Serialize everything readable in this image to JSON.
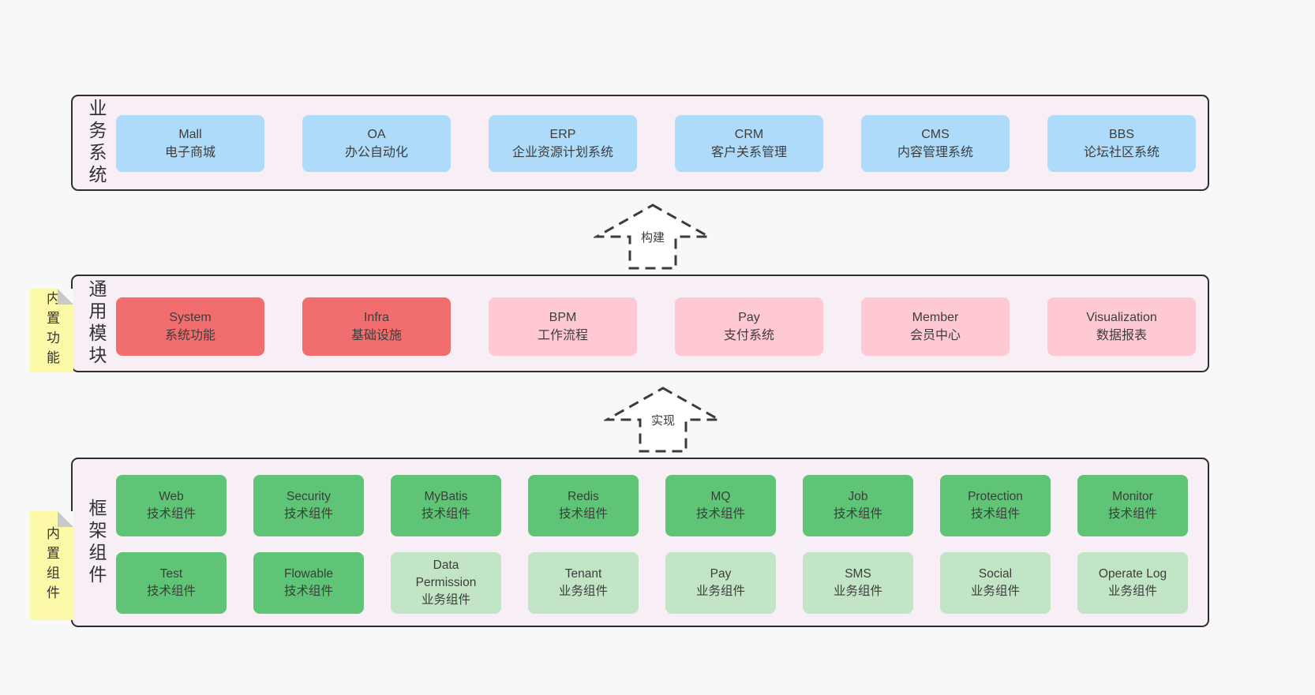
{
  "colors": {
    "bg": "#f8f8f8",
    "panel": "#f7eef6",
    "border": "#2e2e2e",
    "text": "#3d3d3d",
    "blue": "#aedbf9",
    "red": "#f26d6d",
    "pink": "#fec9d2",
    "green": "#5fc475",
    "lightgreen": "#c1e5c5",
    "yellow": "#fcfaa9",
    "fold": "#c9c9c9",
    "arrowStroke": "#3c3c3c"
  },
  "layers": [
    {
      "label": "业务系统",
      "boxes": [
        {
          "title": "Mall",
          "subtitle": "电子商城",
          "variant": "blue"
        },
        {
          "title": "OA",
          "subtitle": "办公自动化",
          "variant": "blue"
        },
        {
          "title": "ERP",
          "subtitle": "企业资源计划系统",
          "variant": "blue"
        },
        {
          "title": "CRM",
          "subtitle": "客户关系管理",
          "variant": "blue"
        },
        {
          "title": "CMS",
          "subtitle": "内容管理系统",
          "variant": "blue"
        },
        {
          "title": "BBS",
          "subtitle": "论坛社区系统",
          "variant": "blue"
        }
      ]
    },
    {
      "label": "通用模块",
      "note": "内置功能",
      "boxes": [
        {
          "title": "System",
          "subtitle": "系统功能",
          "variant": "red"
        },
        {
          "title": "Infra",
          "subtitle": "基础设施",
          "variant": "red"
        },
        {
          "title": "BPM",
          "subtitle": "工作流程",
          "variant": "pink"
        },
        {
          "title": "Pay",
          "subtitle": "支付系统",
          "variant": "pink"
        },
        {
          "title": "Member",
          "subtitle": "会员中心",
          "variant": "pink"
        },
        {
          "title": "Visualization",
          "subtitle": "数据报表",
          "variant": "pink"
        }
      ]
    },
    {
      "label": "框架组件",
      "note": "内置组件",
      "rows": [
        [
          {
            "title": "Web",
            "subtitle": "技术组件",
            "variant": "green"
          },
          {
            "title": "Security",
            "subtitle": "技术组件",
            "variant": "green"
          },
          {
            "title": "MyBatis",
            "subtitle": "技术组件",
            "variant": "green"
          },
          {
            "title": "Redis",
            "subtitle": "技术组件",
            "variant": "green"
          },
          {
            "title": "MQ",
            "subtitle": "技术组件",
            "variant": "green"
          },
          {
            "title": "Job",
            "subtitle": "技术组件",
            "variant": "green"
          },
          {
            "title": "Protection",
            "subtitle": "技术组件",
            "variant": "green"
          },
          {
            "title": "Monitor",
            "subtitle": "技术组件",
            "variant": "green"
          }
        ],
        [
          {
            "title": "Test",
            "subtitle": "技术组件",
            "variant": "green"
          },
          {
            "title": "Flowable",
            "subtitle": "技术组件",
            "variant": "green"
          },
          {
            "title": "Data Permission",
            "subtitle": "业务组件",
            "variant": "lightgreen"
          },
          {
            "title": "Tenant",
            "subtitle": "业务组件",
            "variant": "lightgreen"
          },
          {
            "title": "Pay",
            "subtitle": "业务组件",
            "variant": "lightgreen"
          },
          {
            "title": "SMS",
            "subtitle": "业务组件",
            "variant": "lightgreen"
          },
          {
            "title": "Social",
            "subtitle": "业务组件",
            "variant": "lightgreen"
          },
          {
            "title": "Operate Log",
            "subtitle": "业务组件",
            "variant": "lightgreen"
          }
        ]
      ]
    }
  ],
  "arrows": [
    {
      "label": "构建"
    },
    {
      "label": "实现"
    }
  ]
}
